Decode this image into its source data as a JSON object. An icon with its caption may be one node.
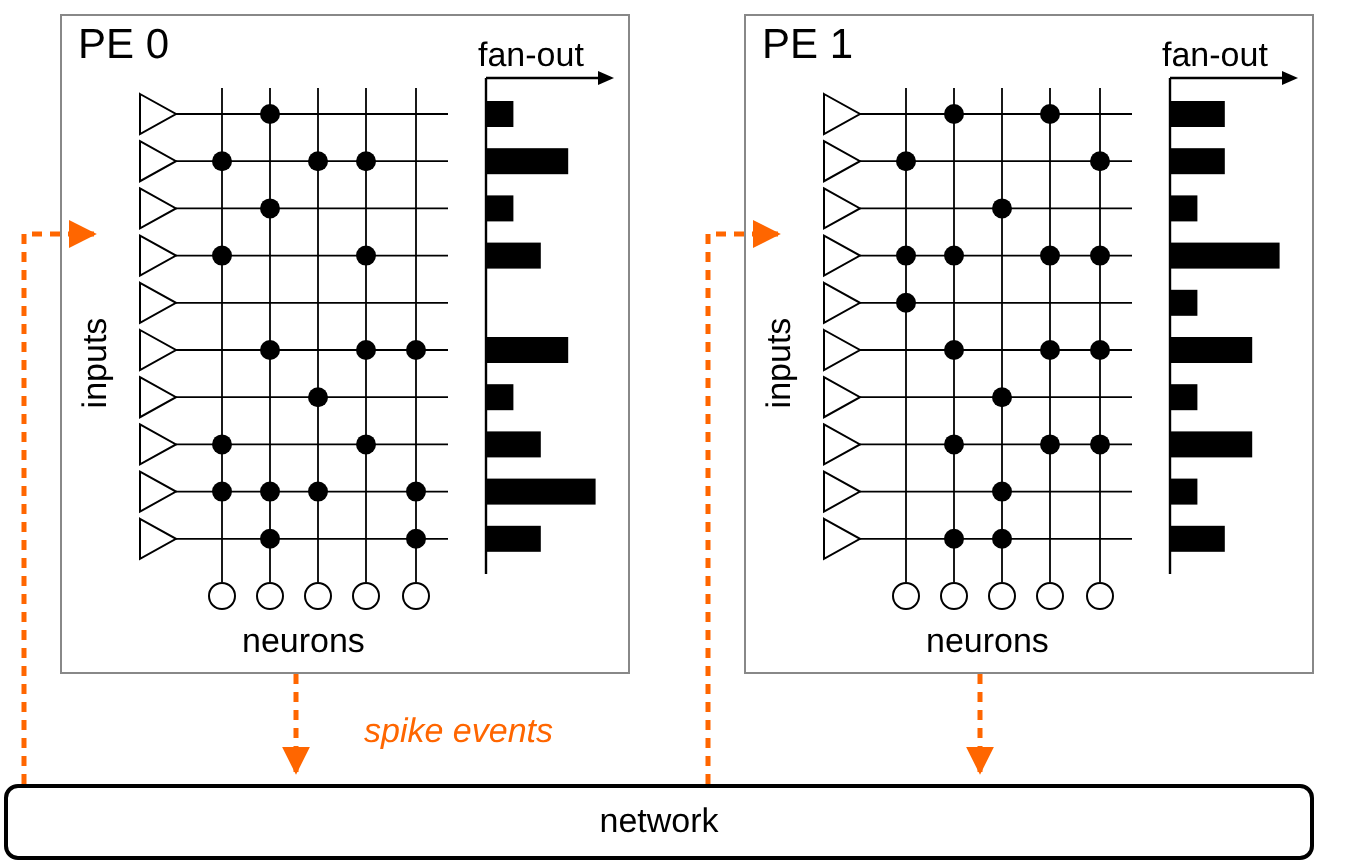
{
  "diagram": {
    "nodes": [
      {
        "text": [
          "PE 0",
          "fan-out",
          "inputs",
          "neurons"
        ]
      },
      {
        "text": [
          "PE 1",
          "fan-out",
          "inputs",
          "neurons"
        ]
      },
      {
        "text": [
          "network"
        ]
      }
    ],
    "edges": [
      {
        "from": 2,
        "to": 0,
        "arrow": "to",
        "style": "dashed"
      },
      {
        "from": 0,
        "to": 2,
        "arrow": "to",
        "style": "dashed"
      },
      {
        "from": 2,
        "to": 1,
        "arrow": "to",
        "style": "dashed"
      },
      {
        "from": 1,
        "to": 2,
        "arrow": "to",
        "style": "dashed"
      }
    ],
    "labels": [
      "spike events"
    ]
  }
}
